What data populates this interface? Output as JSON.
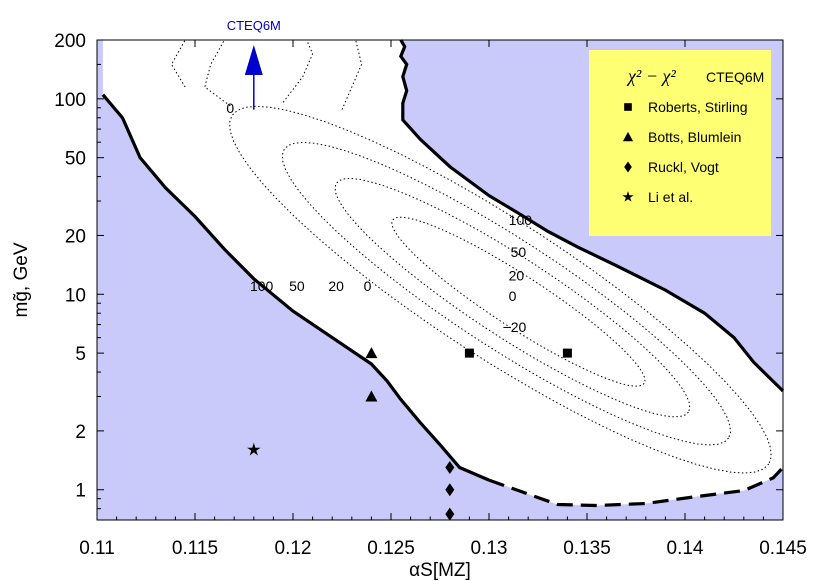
{
  "chart_data": {
    "type": "scatter",
    "title": "",
    "xlabel": "αS[MZ]",
    "ylabel": "mg̃, GeV",
    "xlim": [
      0.11,
      0.145
    ],
    "ylim": [
      0.7,
      200
    ],
    "yscale": "log",
    "grid": false,
    "x_ticks": [
      "0.11",
      "0.115",
      "0.12",
      "0.125",
      "0.13",
      "0.135",
      "0.14",
      "0.145"
    ],
    "x_tick_values": [
      0.11,
      0.115,
      0.12,
      0.125,
      0.13,
      0.135,
      0.14,
      0.145
    ],
    "y_ticks": [
      "1",
      "2",
      "5",
      "10",
      "20",
      "50",
      "100",
      "200"
    ],
    "y_tick_values": [
      1,
      2,
      5,
      10,
      20,
      50,
      100,
      200
    ],
    "colors": {
      "excluded_region": "#c9c9fa",
      "allowed_region": "#ffffff",
      "legend_bg": "#ffff73",
      "annotation": "#0000cc"
    },
    "legend": {
      "placement": "top-right",
      "title_main": "χ² − χ²",
      "title_sub": "CTEQ6M",
      "entries": [
        {
          "marker": "square",
          "label": "Roberts, Stirling"
        },
        {
          "marker": "triangle",
          "label": "Botts, Blumlein"
        },
        {
          "marker": "diamond",
          "label": "Ruckl, Vogt"
        },
        {
          "marker": "star",
          "label": "Li et al."
        }
      ]
    },
    "series": [
      {
        "name": "Roberts, Stirling",
        "marker": "square",
        "points": [
          [
            0.129,
            5
          ],
          [
            0.134,
            5
          ]
        ]
      },
      {
        "name": "Botts, Blumlein",
        "marker": "triangle",
        "points": [
          [
            0.124,
            5
          ],
          [
            0.124,
            3
          ]
        ]
      },
      {
        "name": "Ruckl, Vogt",
        "marker": "diamond",
        "points": [
          [
            0.128,
            1.3
          ],
          [
            0.128,
            1.0
          ],
          [
            0.128,
            0.75
          ]
        ]
      },
      {
        "name": "Li et al.",
        "marker": "star",
        "points": [
          [
            0.118,
            1.6
          ]
        ]
      }
    ],
    "contour_labels_left": [
      {
        "text": "100",
        "x": 0.1184,
        "y": 11
      },
      {
        "text": "50",
        "x": 0.1202,
        "y": 11
      },
      {
        "text": "20",
        "x": 0.1222,
        "y": 11
      },
      {
        "text": "0",
        "x": 0.1238,
        "y": 11
      }
    ],
    "contour_labels_right": [
      {
        "text": "100",
        "x": 0.1316,
        "y": 24
      },
      {
        "text": "50",
        "x": 0.1315,
        "y": 16.5
      },
      {
        "text": "20",
        "x": 0.1314,
        "y": 12.5
      },
      {
        "text": "0",
        "x": 0.1312,
        "y": 9.8
      },
      {
        "text": "−20",
        "x": 0.1313,
        "y": 6.8
      }
    ],
    "contour_label_top": {
      "text": "0",
      "x": 0.1168,
      "y": 90
    },
    "annotation": {
      "text": "CTEQ6M",
      "x": 0.118,
      "y": 200
    }
  }
}
